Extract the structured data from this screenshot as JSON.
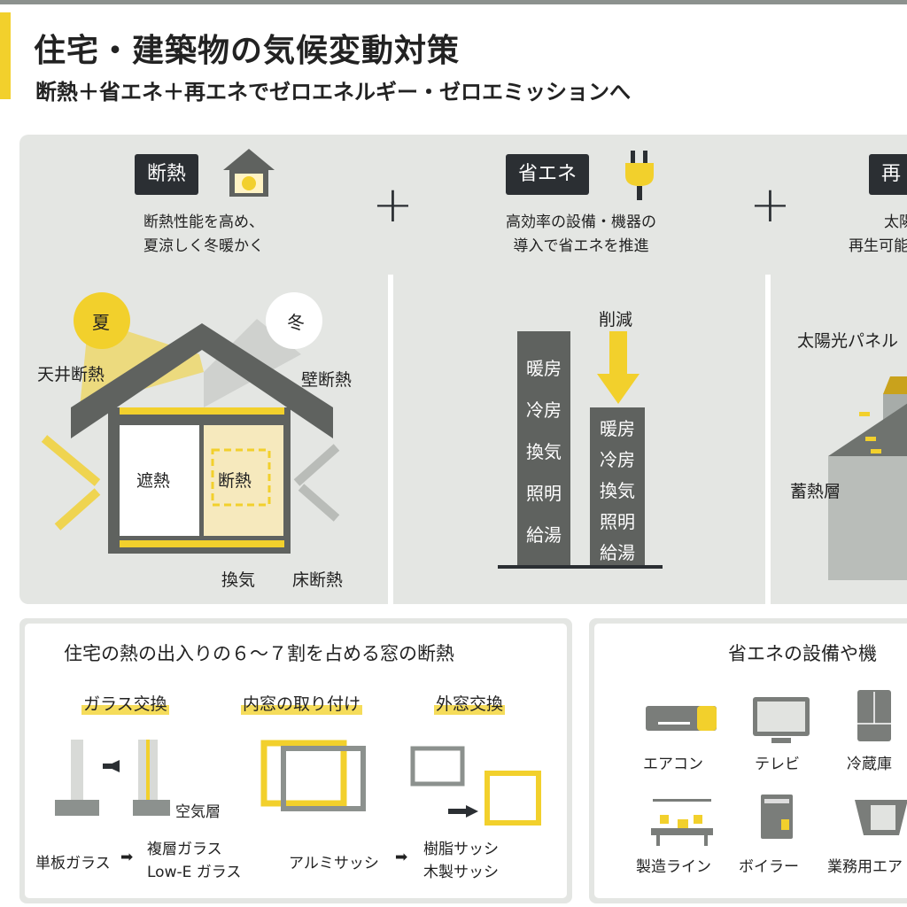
{
  "header": {
    "title": "住宅・建築物の気候変動対策",
    "subtitle": "断熱＋省エネ＋再エネでゼロエネルギー・ゼロエミッションへ"
  },
  "sections": [
    {
      "tag": "断熱",
      "desc": [
        "断熱性能を高め、",
        "夏涼しく冬暖かく"
      ],
      "icon": "house-icon"
    },
    {
      "tag": "省エネ",
      "desc": [
        "高効率の設備・機器の",
        "導入で省エネを推進"
      ],
      "icon": "plug-icon"
    },
    {
      "tag": "再",
      "desc": [
        "太陽",
        "再生可能"
      ],
      "icon": ""
    }
  ],
  "plus": "+",
  "insulation": {
    "summer": "夏",
    "winter": "冬",
    "ceiling": "天井断熱",
    "wall": "壁断熱",
    "shield": "遮熱",
    "insulate": "断熱",
    "vent": "換気",
    "floor": "床断熱"
  },
  "reduction": {
    "arrow_label": "削減",
    "before": [
      "暖房",
      "冷房",
      "換気",
      "照明",
      "給湯"
    ],
    "after": [
      "暖房",
      "冷房",
      "換気",
      "照明",
      "給湯"
    ]
  },
  "renewable": {
    "panel": "太陽光パネル",
    "storage": "蓄熱層"
  },
  "windows": {
    "title": "住宅の熱の出入りの６〜７割を占める窓の断熱",
    "methods": [
      "ガラス交換",
      "内窓の取り付け",
      "外窓交換"
    ],
    "air_layer": "空気層",
    "glass_from": "単板ガラス",
    "glass_to": [
      "複層ガラス",
      "Low-E ガラス"
    ],
    "sash_from": "アルミサッシ",
    "sash_to": [
      "樹脂サッシ",
      "木製サッシ"
    ]
  },
  "equipment": {
    "title": "省エネの設備や機",
    "items": [
      "エアコン",
      "テレビ",
      "冷蔵庫",
      "製造ライン",
      "ボイラー",
      "業務用エア"
    ]
  },
  "colors": {
    "yellow": "#f2d02c",
    "dark": "#2b2f33",
    "gray": "#5f625f",
    "panel": "#e4e6e3"
  }
}
